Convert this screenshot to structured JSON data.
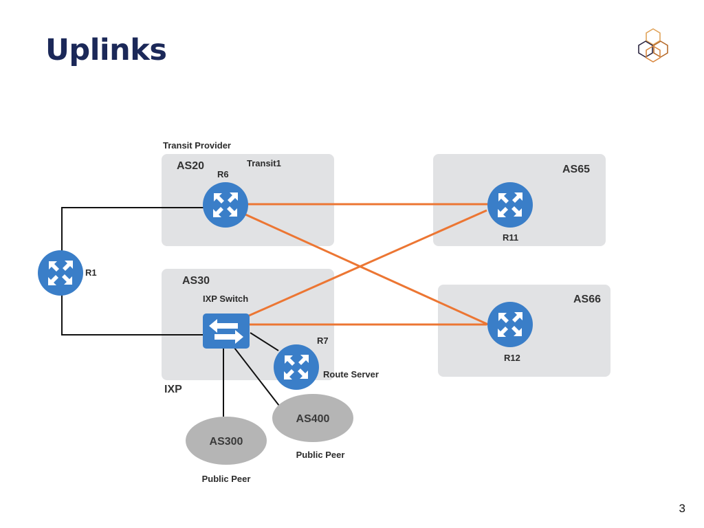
{
  "slide": {
    "title": "Uplinks",
    "page_number": "3"
  },
  "diagram": {
    "groups": {
      "transit_provider_caption": "Transit Provider",
      "as20": "AS20",
      "transit1": "Transit1",
      "as65": "AS65",
      "as30": "AS30",
      "ixp_switch": "IXP Switch",
      "ixp": "IXP",
      "as66": "AS66"
    },
    "routers": {
      "r1": "R1",
      "r6": "R6",
      "r7": "R7",
      "r11": "R11",
      "r12": "R12"
    },
    "route_server_label": "Route Server",
    "peers": {
      "as300": "AS300",
      "as400": "AS400",
      "as300_caption": "Public Peer",
      "as400_caption": "Public Peer"
    }
  },
  "colors": {
    "title": "#1b2858",
    "router_blue": "#3a7ec8",
    "panel_gray": "#e1e2e4",
    "peer_gray": "#b5b5b5",
    "link_orange": "#ec7633",
    "link_black": "#111111",
    "logo_orange": "#d9873e",
    "logo_dark": "#2b2540"
  }
}
